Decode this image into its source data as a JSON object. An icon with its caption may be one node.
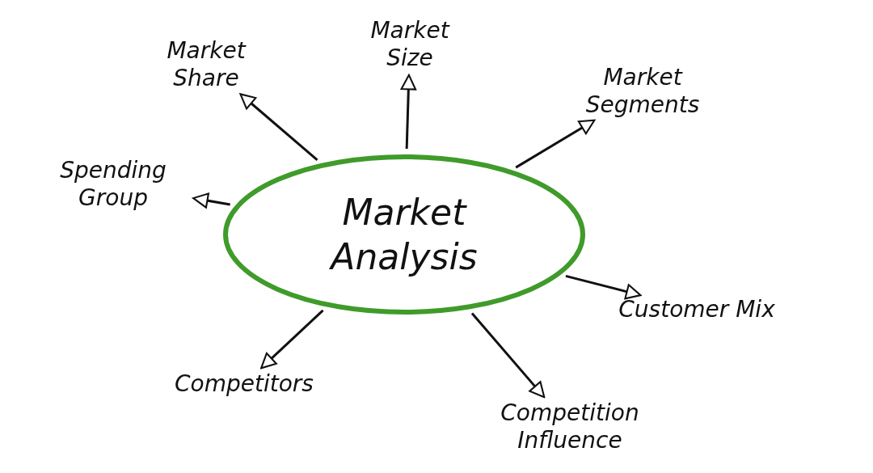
{
  "diagram": {
    "nodes": [
      {
        "text": [
          "Market Analysis"
        ]
      },
      {
        "text": [
          "Market Share"
        ]
      },
      {
        "text": [
          "Market Size"
        ]
      },
      {
        "text": [
          "Market Segments"
        ]
      },
      {
        "text": [
          "Spending Group"
        ]
      },
      {
        "text": [
          "Customer Mix"
        ]
      },
      {
        "text": [
          "Competitors"
        ]
      },
      {
        "text": [
          "Competition Influence"
        ]
      }
    ],
    "edges": [
      {
        "from": 0,
        "to": 1,
        "arrow": "to"
      },
      {
        "from": 0,
        "to": 2,
        "arrow": "to"
      },
      {
        "from": 0,
        "to": 3,
        "arrow": "to"
      },
      {
        "from": 0,
        "to": 4,
        "arrow": "to"
      },
      {
        "from": 0,
        "to": 5,
        "arrow": "to"
      },
      {
        "from": 0,
        "to": 6,
        "arrow": "to"
      },
      {
        "from": 0,
        "to": 7,
        "arrow": "to"
      }
    ]
  }
}
